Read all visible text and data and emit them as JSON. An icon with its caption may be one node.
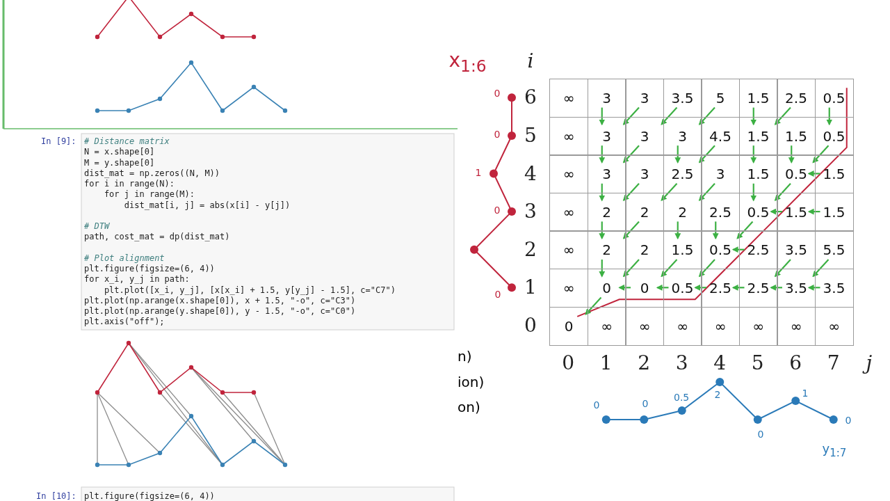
{
  "diagram": {
    "labels": [
      "In [9]:",
      "# Distance matrix",
      "N = x.shape[0]",
      "M = y.shape[0]",
      "dist_mat = np.zeros((N, M))",
      "for i in range(N):",
      "for j in range(M):",
      "dist_mat[i, j] = abs(x[i] - y[j])",
      "# DTW",
      "path, cost_mat = dp(dist_mat)",
      "# Plot alignment",
      "plt.figure(figsize=(6, 4))",
      "for x_i, y_j in path:",
      "plt.plot([x_i, y_j], [x[x_i] + 1.5, y[y_j] - 1.5], c=\"C7\")",
      "plt.plot(np.arange(x.shape[0]), x + 1.5, \"-o\", c=\"C3\")",
      "plt.plot(np.arange(y.shape[0]), y - 1.5, \"-o\", c=\"C0\")",
      "plt.axis(\"off\");",
      "x$_{1:6}$",
      "i",
      "0",
      "0",
      "1",
      "0",
      "0",
      "6",
      "∞",
      "3",
      "3",
      "3.5",
      "5",
      "1.5",
      "2.5",
      "0.5",
      "5",
      "∞",
      "3",
      "3",
      "3",
      "4.5",
      "1.5",
      "1.5",
      "0.5",
      "4",
      "∞",
      "3",
      "3",
      "2.5",
      "3",
      "1.5",
      "0.5",
      "1.5",
      "3",
      "∞",
      "2",
      "2",
      "2",
      "2.5",
      "0.5",
      "1.5",
      "1.5",
      "2",
      "∞",
      "2",
      "2",
      "1.5",
      "0.5",
      "2.5",
      "3.5",
      "5.5",
      "1",
      "∞",
      "0",
      "0",
      "0.5",
      "2.5",
      "2.5",
      "3.5",
      "3.5",
      "0",
      "0",
      "∞",
      "∞",
      "∞",
      "∞",
      "∞",
      "∞",
      "∞",
      "0",
      "1",
      "2",
      "3",
      "4",
      "5",
      "6",
      "7",
      "j",
      "n)",
      "ion)",
      "on)",
      "0",
      "0",
      "0.5",
      "2",
      "0",
      "1",
      "0",
      "y$_{1:7}$",
      "In [10]:",
      "plt.figure(figsize=(6, 4))"
    ]
  }
}
